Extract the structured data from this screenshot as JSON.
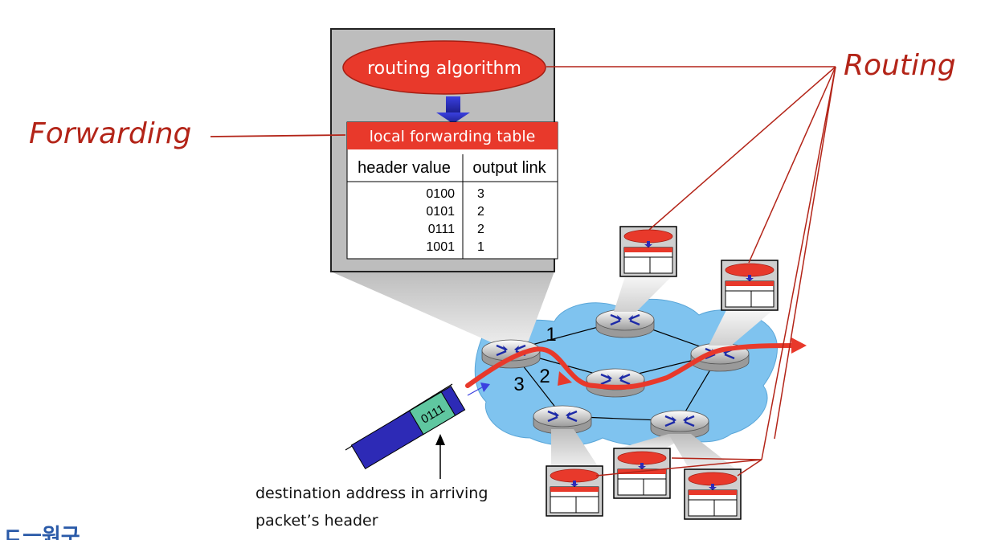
{
  "labels": {
    "forwarding": "Forwarding",
    "routing": "Routing",
    "routing_algorithm": "routing algorithm",
    "forwarding_table_title": "local forwarding table",
    "col_header_value": "header value",
    "col_output_link": "output link",
    "packet_header_bits": "0111",
    "caption_line1": "destination address in arriving",
    "caption_line2": "packet’s header",
    "link1": "1",
    "link2": "2",
    "link3": "3",
    "corner_text": "– ㄷㅡ원구"
  },
  "forwarding_table": {
    "rows": [
      {
        "header": "0100",
        "link": "3"
      },
      {
        "header": "0101",
        "link": "2"
      },
      {
        "header": "0111",
        "link": "2"
      },
      {
        "header": "1001",
        "link": "1"
      }
    ]
  },
  "colors": {
    "accent_red": "#b32418",
    "table_red": "#e8392b",
    "cloud_blue": "#7fc3ef",
    "packet_blue": "#2d2ab6",
    "packet_green": "#5fc7a0"
  }
}
